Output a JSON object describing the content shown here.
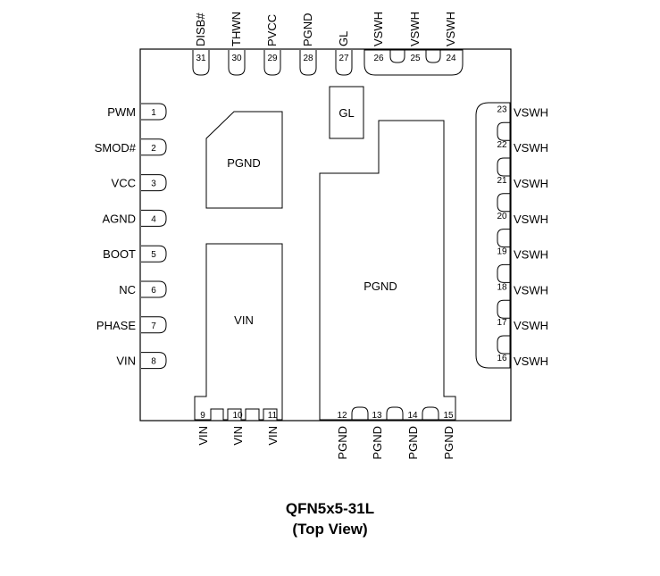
{
  "package": {
    "name": "QFN5x5-31L",
    "view": "(Top View)"
  },
  "pins": {
    "left": [
      {
        "num": "1",
        "name": "PWM"
      },
      {
        "num": "2",
        "name": "SMOD#"
      },
      {
        "num": "3",
        "name": "VCC"
      },
      {
        "num": "4",
        "name": "AGND"
      },
      {
        "num": "5",
        "name": "BOOT"
      },
      {
        "num": "6",
        "name": "NC"
      },
      {
        "num": "7",
        "name": "PHASE"
      },
      {
        "num": "8",
        "name": "VIN"
      }
    ],
    "bottom": [
      {
        "num": "9",
        "name": "VIN"
      },
      {
        "num": "10",
        "name": "VIN"
      },
      {
        "num": "11",
        "name": "VIN"
      },
      {
        "num": "12",
        "name": "PGND"
      },
      {
        "num": "13",
        "name": "PGND"
      },
      {
        "num": "14",
        "name": "PGND"
      },
      {
        "num": "15",
        "name": "PGND"
      }
    ],
    "right": [
      {
        "num": "16",
        "name": "VSWH"
      },
      {
        "num": "17",
        "name": "VSWH"
      },
      {
        "num": "18",
        "name": "VSWH"
      },
      {
        "num": "19",
        "name": "VSWH"
      },
      {
        "num": "20",
        "name": "VSWH"
      },
      {
        "num": "21",
        "name": "VSWH"
      },
      {
        "num": "22",
        "name": "VSWH"
      },
      {
        "num": "23",
        "name": "VSWH"
      }
    ],
    "top": [
      {
        "num": "24",
        "name": "VSWH"
      },
      {
        "num": "25",
        "name": "VSWH"
      },
      {
        "num": "26",
        "name": "VSWH"
      },
      {
        "num": "27",
        "name": "GL"
      },
      {
        "num": "28",
        "name": "PGND"
      },
      {
        "num": "29",
        "name": "PVCC"
      },
      {
        "num": "30",
        "name": "THWN"
      },
      {
        "num": "31",
        "name": "DISB#"
      }
    ]
  },
  "pads": {
    "pgnd_small": "PGND",
    "vin": "VIN",
    "gl": "GL",
    "pgnd_large": "PGND"
  }
}
